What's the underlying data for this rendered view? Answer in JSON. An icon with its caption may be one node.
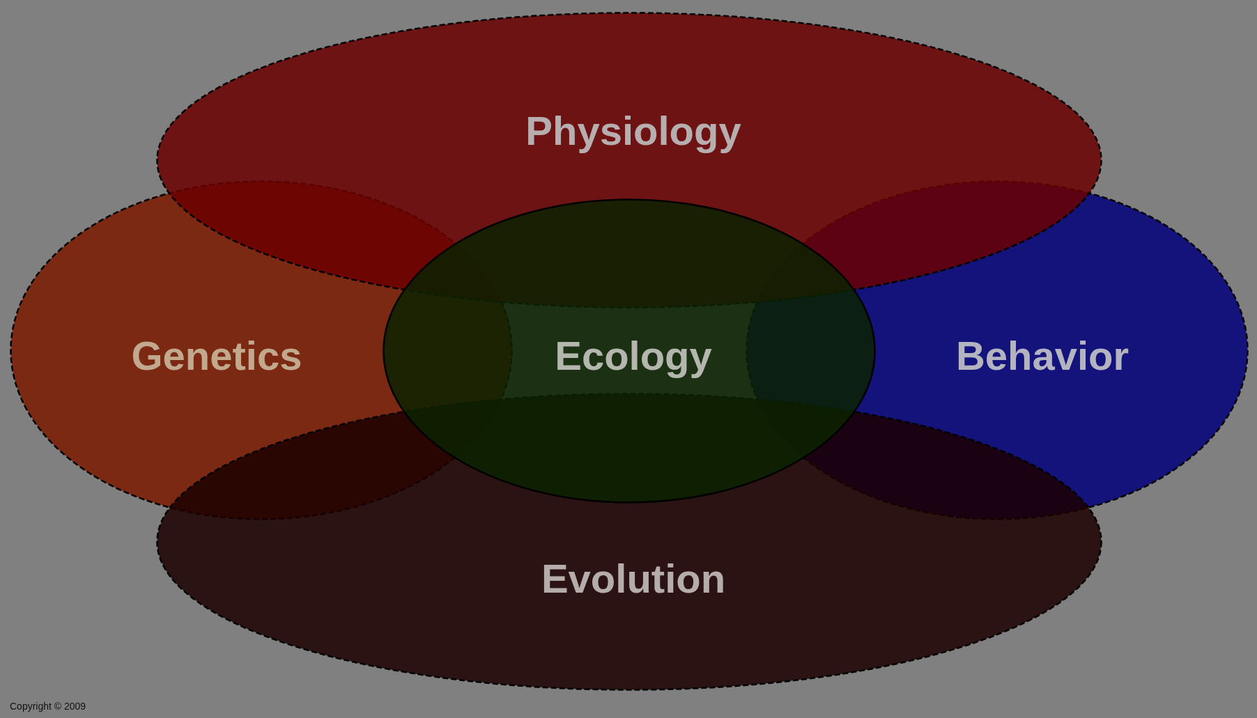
{
  "diagram": {
    "nodes": [
      {
        "text": [
          "Physiology"
        ]
      },
      {
        "text": [
          "Genetics"
        ]
      },
      {
        "text": [
          "Ecology"
        ]
      },
      {
        "text": [
          "Behavior"
        ]
      },
      {
        "text": [
          "Evolution"
        ]
      }
    ],
    "labels": [
      "Copyright © 2009"
    ]
  }
}
